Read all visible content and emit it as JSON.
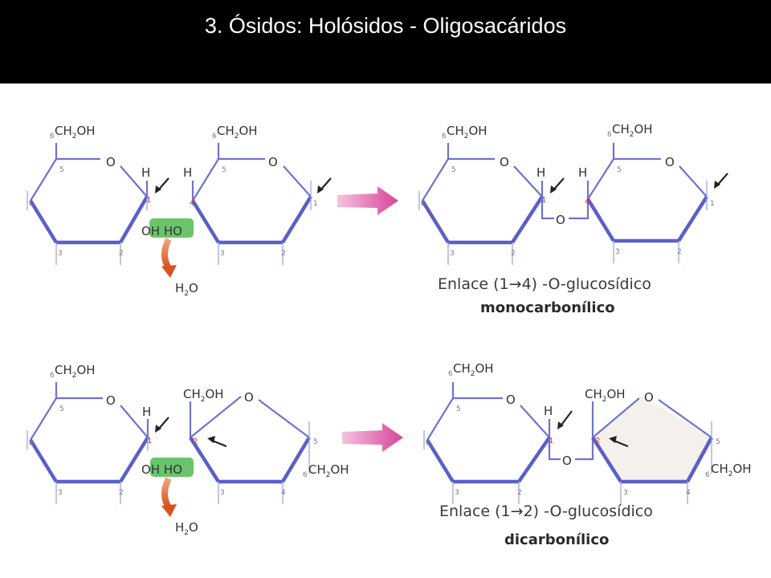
{
  "title": "3. Ósidos: Holósidos - Oligosacáridos",
  "labels": {
    "ch2oh_main": "CH",
    "ch2oh_sub": "2",
    "ch2oh_end": "OH",
    "ring_o": "O",
    "h": "H",
    "oh_ho": "OH HO",
    "water_h": "H",
    "water_sub": "2",
    "water_o": "O",
    "bridge_o": "O"
  },
  "captions": {
    "top_line1": "Enlace (1→4) -O-glucosídico",
    "top_line2": "monocarbonílico",
    "bottom_line1": "Enlace (1→2) -O-glucosídico",
    "bottom_line2": "dicarbonílico"
  },
  "carbon_numbers": {
    "c1": "1",
    "c2": "2",
    "c3": "3",
    "c4": "4",
    "c5": "5",
    "c6": "6"
  },
  "colors": {
    "bond": "#6f73cc",
    "arrow": "#d04a9a",
    "water_arrow": "#e0602a",
    "highlight": "#6bc46b",
    "link_number": "#e03030"
  }
}
